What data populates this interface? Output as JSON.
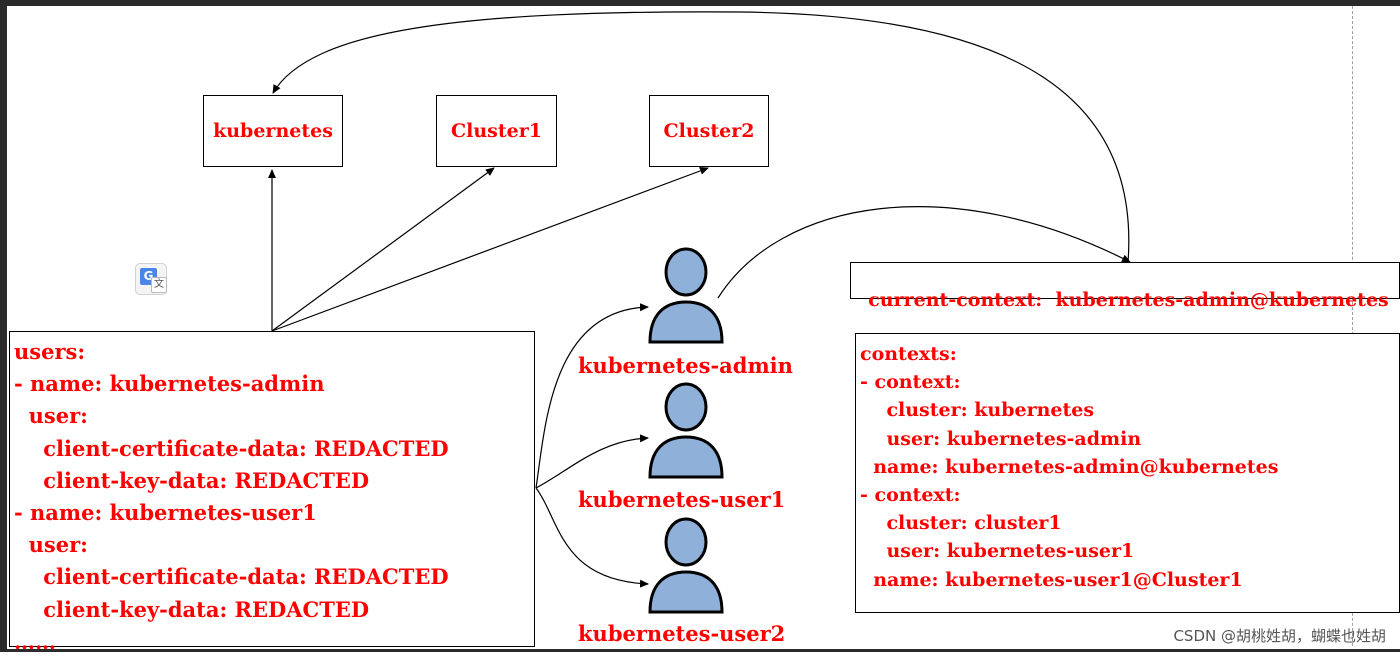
{
  "clusters": [
    "kubernetes",
    "Cluster1",
    "Cluster2"
  ],
  "users_block": [
    "users:",
    "- name: kubernetes-admin",
    "  user:",
    "    client-certificate-data: REDACTED",
    "    client-key-data: REDACTED",
    "- name: kubernetes-user1",
    "  user:",
    "    client-certificate-data: REDACTED",
    "    client-key-data: REDACTED",
    "……"
  ],
  "user_labels": [
    "kubernetes-admin",
    "kubernetes-user1",
    "kubernetes-user2"
  ],
  "current_context": "current-context:  kubernetes-admin@kubernetes",
  "contexts_block": [
    "contexts:",
    "- context:",
    "    cluster: kubernetes",
    "    user: kubernetes-admin",
    "  name: kubernetes-admin@kubernetes",
    "- context:",
    "    cluster: cluster1",
    "    user: kubernetes-user1",
    "  name: kubernetes-user1@Cluster1"
  ],
  "watermark": "CSDN @胡桃姓胡，蝴蝶也姓胡",
  "colors": {
    "label_red": "#ff0000",
    "user_icon_fill": "#8fb0d8",
    "user_icon_stroke": "#000000"
  },
  "icons": {
    "user": "person-icon",
    "translate": "translate-icon"
  }
}
